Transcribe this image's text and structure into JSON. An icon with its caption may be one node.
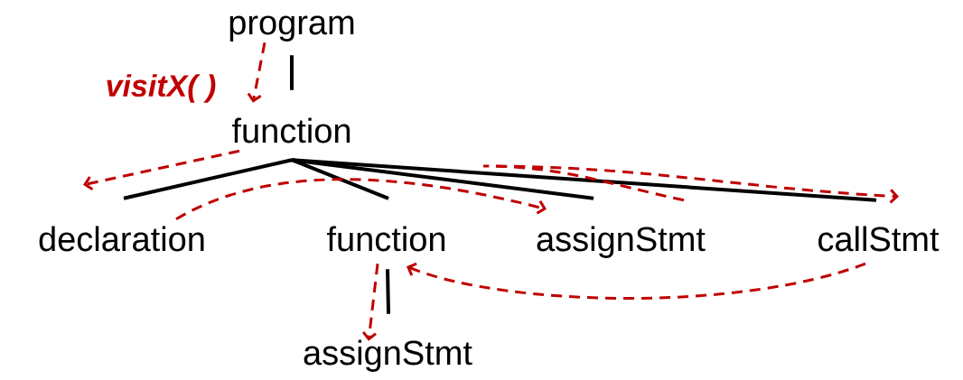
{
  "diagram": {
    "nodes": [
      {
        "text": [
          "program"
        ]
      },
      {
        "text": [
          "function"
        ]
      },
      {
        "text": [
          "declaration"
        ]
      },
      {
        "text": [
          "function"
        ]
      },
      {
        "text": [
          "assignStmt"
        ]
      },
      {
        "text": [
          "callStmt"
        ]
      },
      {
        "text": [
          "assignStmt"
        ]
      }
    ],
    "edges": [
      {
        "from": 0,
        "to": 1,
        "arrow": "none"
      },
      {
        "from": 1,
        "to": 2,
        "arrow": "none"
      },
      {
        "from": 1,
        "to": 3,
        "arrow": "none"
      },
      {
        "from": 1,
        "to": 4,
        "arrow": "none"
      },
      {
        "from": 1,
        "to": 5,
        "arrow": "none"
      },
      {
        "from": 3,
        "to": 6,
        "arrow": "none"
      },
      {
        "from": 0,
        "to": 1,
        "arrow": "to",
        "label": "visitX( )",
        "style": "dashed",
        "color": "#c00000"
      },
      {
        "from": 1,
        "to": 2,
        "arrow": "to",
        "style": "dashed",
        "color": "#c00000"
      },
      {
        "from": 2,
        "to": 4,
        "arrow": "to",
        "style": "dashed",
        "color": "#c00000"
      },
      {
        "from": 4,
        "to": 5,
        "arrow": "to",
        "style": "dashed",
        "color": "#c00000"
      },
      {
        "from": 5,
        "to": 3,
        "arrow": "to",
        "style": "dashed",
        "color": "#c00000"
      },
      {
        "from": 3,
        "to": 6,
        "arrow": "to",
        "style": "dashed",
        "color": "#c00000"
      }
    ]
  }
}
